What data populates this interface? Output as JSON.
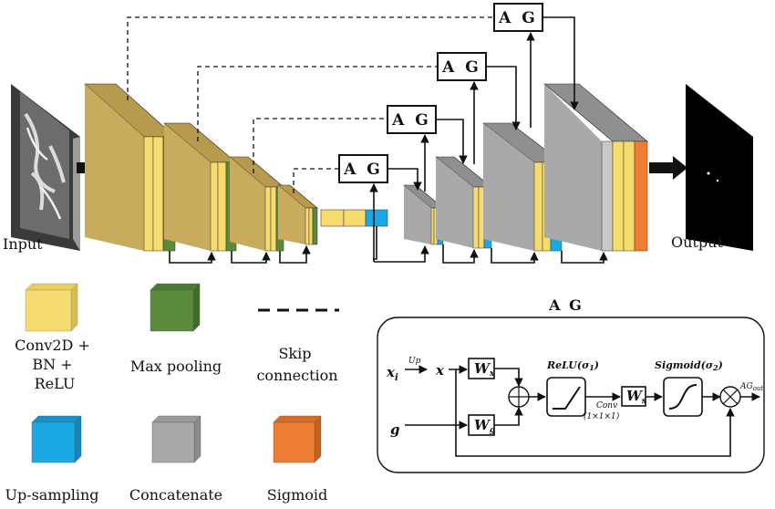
{
  "labels": {
    "input": "Input",
    "output": "Output"
  },
  "ag_label": "A G",
  "legend": {
    "conv": "Conv2D +\nBN +\nReLU",
    "maxpool": "Max pooling",
    "skip": "Skip\nconnection",
    "upsampling": "Up-sampling",
    "concatenate": "Concatenate",
    "sigmoid": "Sigmoid"
  },
  "ag_detail": {
    "title": "A G",
    "xi": "x",
    "xi_sub": "i",
    "up": "Up",
    "x": "x",
    "g": "g",
    "wx": "W",
    "wx_sub": "x",
    "wg": "W",
    "wg_sub": "g",
    "relu": "ReLU(σ",
    "relu_sub": "1",
    "conv": "Conv",
    "conv_size": "(1×1×1)",
    "ws": "W",
    "ws_sub": "s",
    "sigmoid": "Sigmoid(σ",
    "sigmoid_sub": "2",
    "agout": "AG",
    "agout_sub": "out"
  },
  "colors": {
    "conv": "#f6dc6e",
    "conv_side": "#c8a94a",
    "encoder": "#c9ab5c",
    "maxpool": "#5a8a3a",
    "upsampling": "#1aa9e6",
    "concatenate": "#a9a9a9",
    "sigmoid": "#ef7d32"
  }
}
